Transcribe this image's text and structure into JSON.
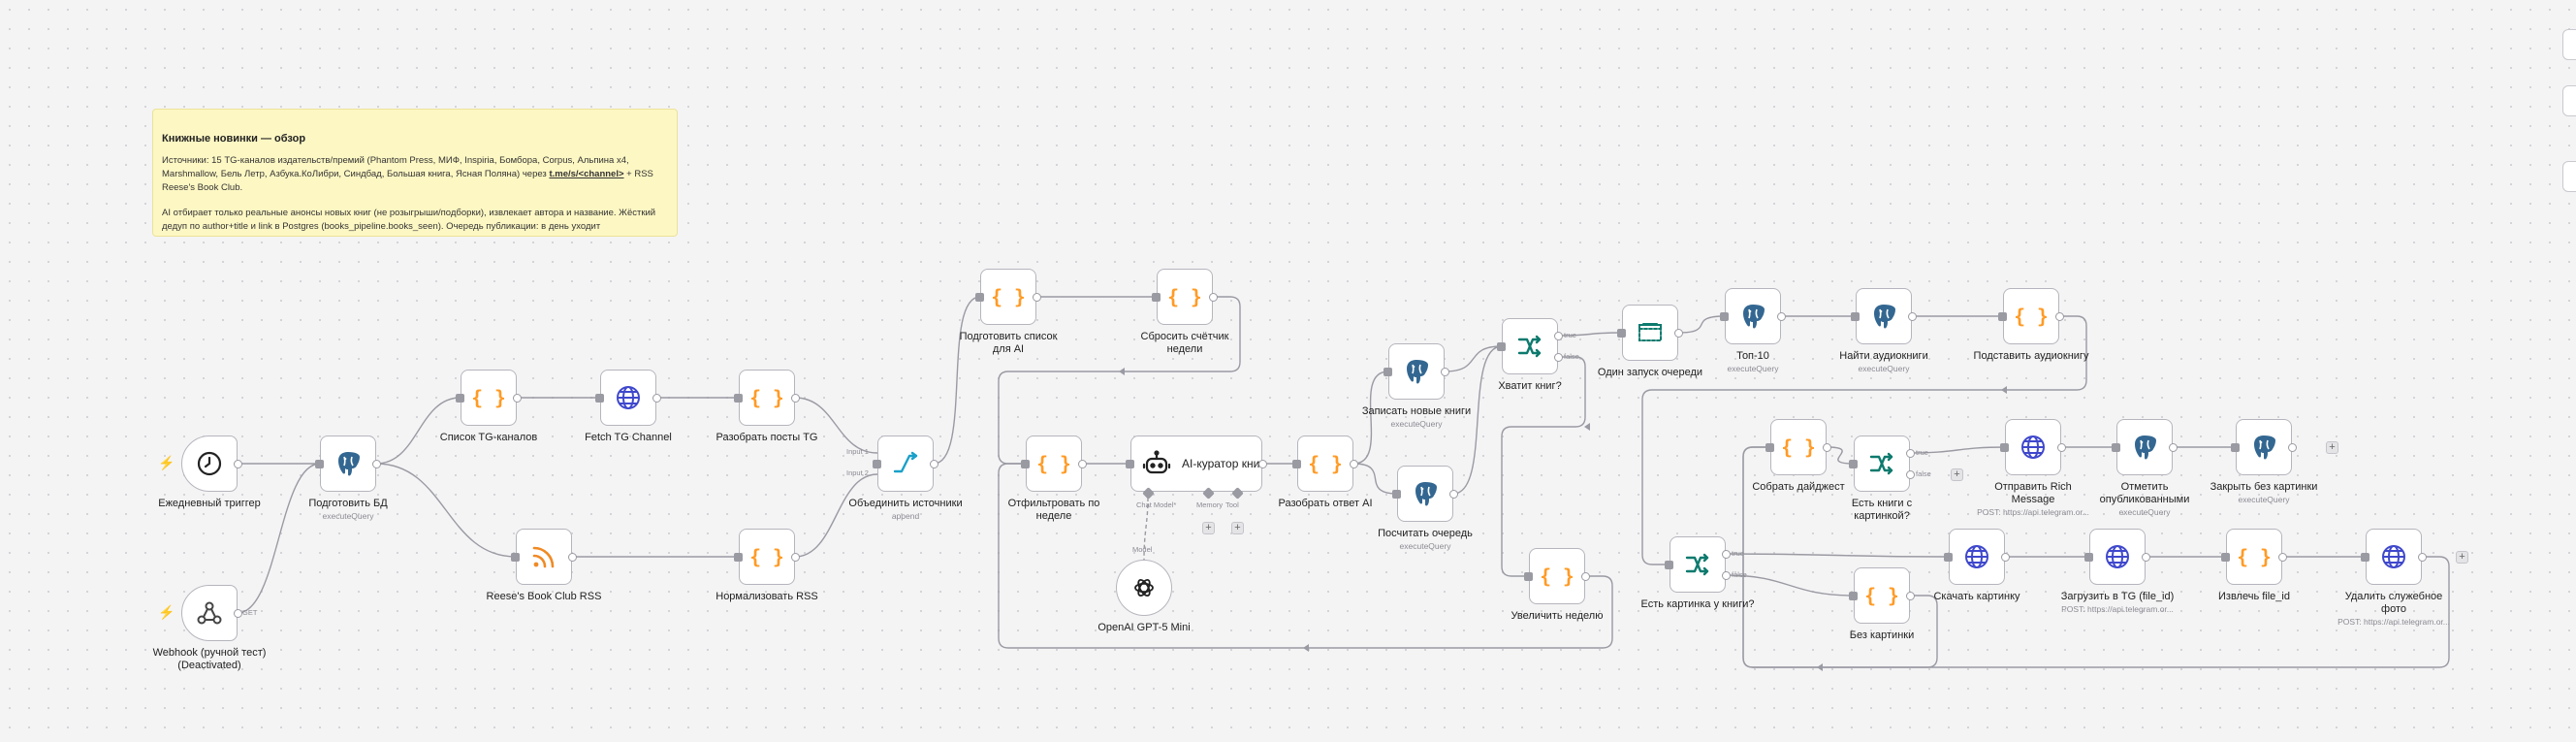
{
  "note": {
    "title": "Книжные новинки — обзор",
    "p1_text": "Источники: 15 TG-каналов издательств/премий (Phantom Press, МИФ, Inspiria, Бомбора, Corpus, Альпина x4, Marshmallow, Бель Летр, Азбука.КоЛибри, Синдбад, Большая книга, Ясная Поляна) через ",
    "p1_link": "t.me/s/<channel>",
    "p1_tail": " + RSS Reese's Book Club.",
    "p2": "AI отбирает только реальные анонсы новых книг (не розыгрыши/подборки), извлекает автора и название. Жёсткий дедуп по author+title и link в Postgres (books_pipeline.books_seen). Очередь публикации: в день уходит"
  },
  "nodes": {
    "daily_trigger": {
      "label": "Ежедневный триггер",
      "icon": "clock-icon"
    },
    "webhook": {
      "label": "Webhook (ручной тест)\n(Deactivated)",
      "icon": "webhook-icon",
      "output": "GET"
    },
    "prepare_db": {
      "label": "Подготовить БД",
      "sub": "executeQuery",
      "icon": "postgres-icon"
    },
    "tg_list": {
      "label": "Список TG-каналов",
      "icon": "braces-icon"
    },
    "fetch_tg": {
      "label": "Fetch TG Channel",
      "icon": "globe-icon"
    },
    "parse_tg": {
      "label": "Разобрать посты TG",
      "icon": "braces-icon"
    },
    "rss": {
      "label": "Reese's Book Club RSS",
      "icon": "rss-icon"
    },
    "normalize_rss": {
      "label": "Нормализовать RSS",
      "icon": "braces-icon"
    },
    "merge": {
      "label": "Объединить источники",
      "sub": "append",
      "icon": "merge-icon",
      "inputs": [
        "Input 1",
        "Input 2"
      ]
    },
    "prepare_awards": {
      "label": "Подготовить список\nдля AI",
      "icon": "braces-icon"
    },
    "reset_counters": {
      "label": "Сбросить счётчик\nнедели",
      "icon": "braces-icon"
    },
    "filter_week": {
      "label": "Отфильтровать по\nнеделе",
      "icon": "braces-icon"
    },
    "ai_curator": {
      "label": "AI-куратор книг",
      "icon": "robot-icon",
      "ports": [
        "Chat Model*",
        "Memory",
        "Tool"
      ]
    },
    "openai": {
      "label": "OpenAI GPT-5 Mini",
      "icon": "openai-icon",
      "port": "Model"
    },
    "parse_ai": {
      "label": "Разобрать ответ AI",
      "icon": "braces-icon"
    },
    "write_new": {
      "label": "Записать новые книги",
      "sub": "executeQuery",
      "icon": "postgres-icon"
    },
    "count_queue": {
      "label": "Посчитать очередь",
      "sub": "executeQuery",
      "icon": "postgres-icon"
    },
    "enough_books": {
      "label": "Хватит книг?",
      "icon": "switch-icon",
      "outputs": [
        "true",
        "false"
      ]
    },
    "single_run": {
      "label": "Один запуск очереди",
      "icon": "batch-icon"
    },
    "top10": {
      "label": "Топ-10",
      "sub": "executeQuery",
      "icon": "postgres-icon"
    },
    "find_audio": {
      "label": "Найти аудиокниги",
      "sub": "executeQuery",
      "icon": "postgres-icon"
    },
    "sub_audio": {
      "label": "Подставить аудиокнигу",
      "icon": "braces-icon"
    },
    "inc_week": {
      "label": "Увеличить неделю",
      "icon": "braces-icon"
    },
    "collect_digest": {
      "label": "Собрать дайджест",
      "icon": "braces-icon"
    },
    "has_image_books": {
      "label": "Есть книги с\nкартинкой?",
      "icon": "switch-icon",
      "outputs": [
        "true",
        "false"
      ]
    },
    "send_rich": {
      "label": "Отправить Rich\nMessage",
      "sub": "POST: https://api.telegram.or...",
      "icon": "globe-icon"
    },
    "mark_pub": {
      "label": "Отметить\nопубликованными",
      "sub": "executeQuery",
      "icon": "postgres-icon"
    },
    "close_no_img": {
      "label": "Закрыть без картинки",
      "sub": "executeQuery",
      "icon": "postgres-icon"
    },
    "has_image": {
      "label": "Есть картинка у книги?",
      "icon": "switch-icon",
      "outputs": [
        "true",
        "false"
      ]
    },
    "no_image": {
      "label": "Без картинки",
      "icon": "braces-icon"
    },
    "download_img": {
      "label": "Скачать картинку",
      "icon": "globe-icon"
    },
    "upload_tg": {
      "label": "Загрузить в TG (file_id)",
      "sub": "POST: https://api.telegram.or...",
      "icon": "globe-icon"
    },
    "extract_file": {
      "label": "Извлечь file_id",
      "icon": "braces-icon"
    },
    "delete_photo": {
      "label": "Удалить служебное\nфото",
      "sub": "POST: https://api.telegram.or...",
      "icon": "globe-icon"
    }
  },
  "colors": {
    "accent": "#ff6d3a",
    "edge": "#9a9aa3",
    "code": "#ff9b26",
    "http": "#3f48cc",
    "postgres": "#336791",
    "switch": "#0d7a6e",
    "note_bg": "#fdf7c3"
  }
}
